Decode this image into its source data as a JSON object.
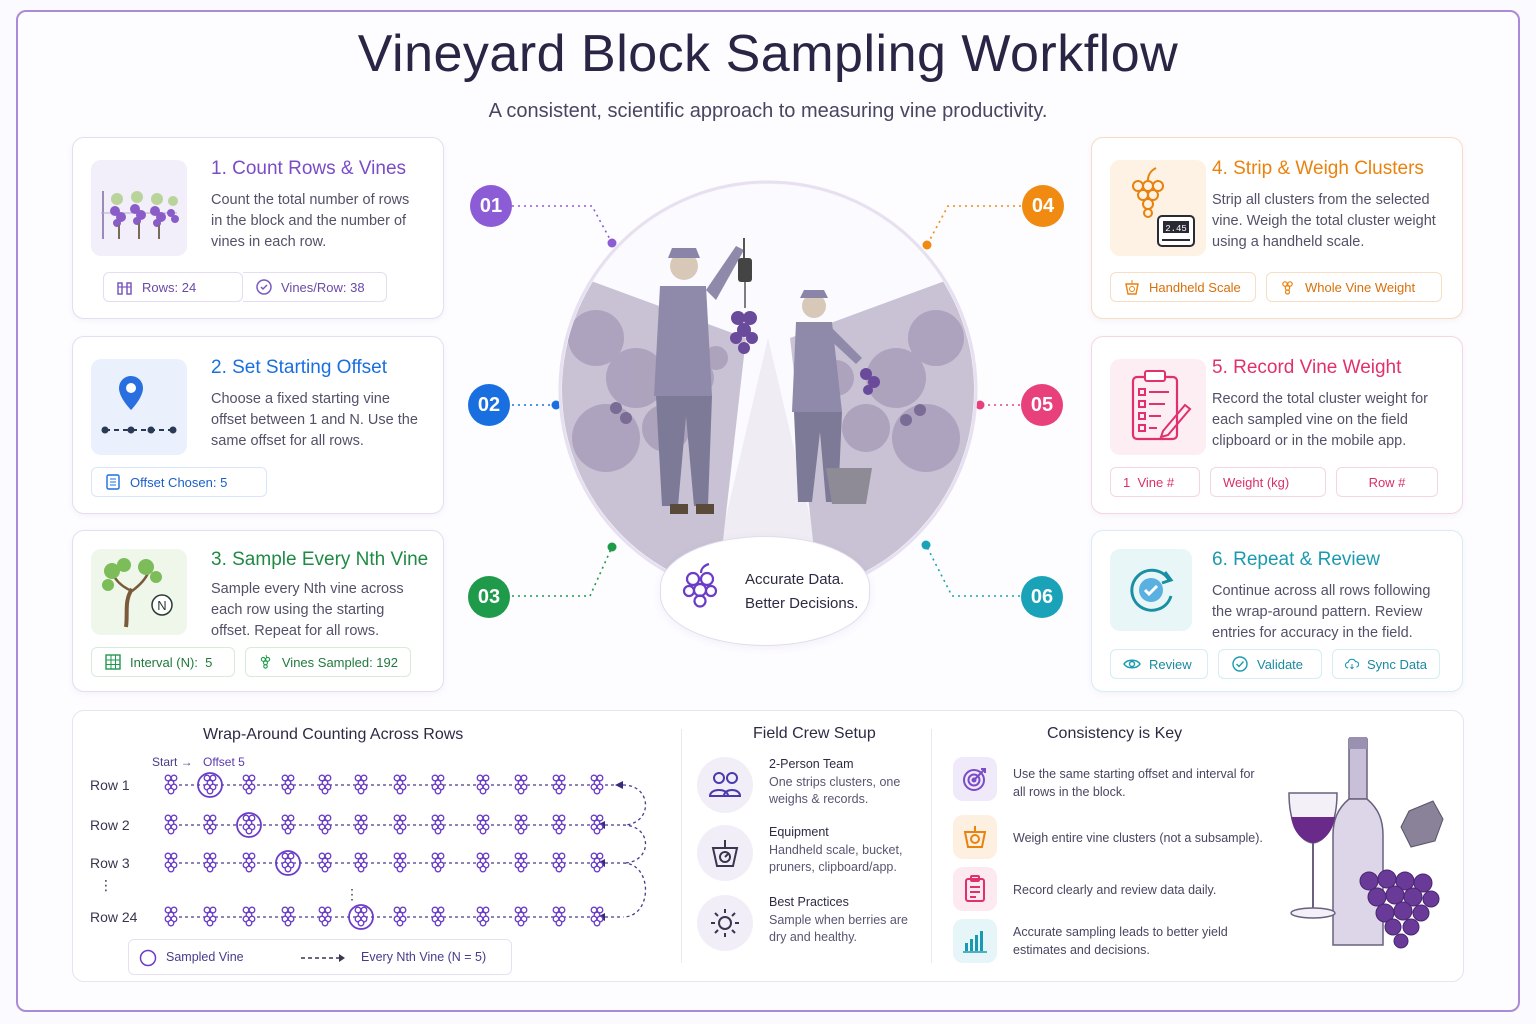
{
  "title": "Vineyard Block Sampling Workflow",
  "subtitle": "A consistent, scientific approach to measuring vine productivity.",
  "steps": [
    {
      "num": "01",
      "title": "1. Count Rows & Vines",
      "desc": "Count the total number of rows in the block and the number of vines in each row.",
      "chips": [
        "Rows: 24",
        "Vines/Row: 38"
      ],
      "color": "#8b5cd6"
    },
    {
      "num": "02",
      "title": "2. Set Starting Offset",
      "desc": "Choose a fixed starting vine offset between 1 and N. Use the same offset for all rows.",
      "chips": [
        "Offset Chosen: 5"
      ],
      "color": "#1a6fe0"
    },
    {
      "num": "03",
      "title": "3. Sample Every Nth Vine",
      "desc": "Sample every Nth vine across each row using the starting offset. Repeat for all rows.",
      "chips": [
        "Interval (N):  5",
        "Vines Sampled: 192"
      ],
      "color": "#1f9a4a"
    },
    {
      "num": "04",
      "title": "4. Strip & Weigh Clusters",
      "desc": "Strip all clusters from the selected vine. Weigh the total cluster weight using a handheld scale.",
      "chips": [
        "Handheld Scale",
        "Whole Vine Weight"
      ],
      "color": "#f08a10"
    },
    {
      "num": "05",
      "title": "5. Record Vine Weight",
      "desc": "Record the total cluster weight for each sampled vine on the field clipboard or in the mobile app.",
      "chips": [
        "1  Vine #",
        "Weight (kg)",
        "Row #"
      ],
      "color": "#e8407a"
    },
    {
      "num": "06",
      "title": "6. Repeat & Review",
      "desc": "Continue across all rows following the wrap-around pattern. Review entries for accuracy in the field.",
      "chips": [
        "Review",
        "Validate",
        "Sync Data"
      ],
      "color": "#1aa3b8"
    }
  ],
  "center": {
    "line1": "Accurate Data.",
    "line2": "Better Decisions.",
    "scale_text": "2.45"
  },
  "wrap": {
    "title": "Wrap-Around Counting Across Rows",
    "start_label": "Start",
    "offset_label": "Offset 5",
    "rows": [
      "Row 1",
      "Row 2",
      "Row 3",
      "Row 24"
    ],
    "ellipsis": "⋮",
    "legend_sampled": "Sampled Vine",
    "legend_nth": "Every Nth Vine (N = 5)"
  },
  "setup": {
    "title": "Field Crew Setup",
    "items": [
      {
        "title": "2-Person Team",
        "desc": "One strips clusters, one weighs & records."
      },
      {
        "title": "Equipment",
        "desc": "Handheld scale, bucket, pruners, clipboard/app."
      },
      {
        "title": "Best Practices",
        "desc": "Sample when berries are dry and healthy."
      }
    ]
  },
  "consistency": {
    "title": "Consistency is Key",
    "items": [
      "Use the same starting offset and interval for all rows in the block.",
      "Weigh entire vine clusters (not a subsample).",
      "Record clearly and review data daily.",
      "Accurate sampling leads to better yield estimates and decisions."
    ]
  }
}
